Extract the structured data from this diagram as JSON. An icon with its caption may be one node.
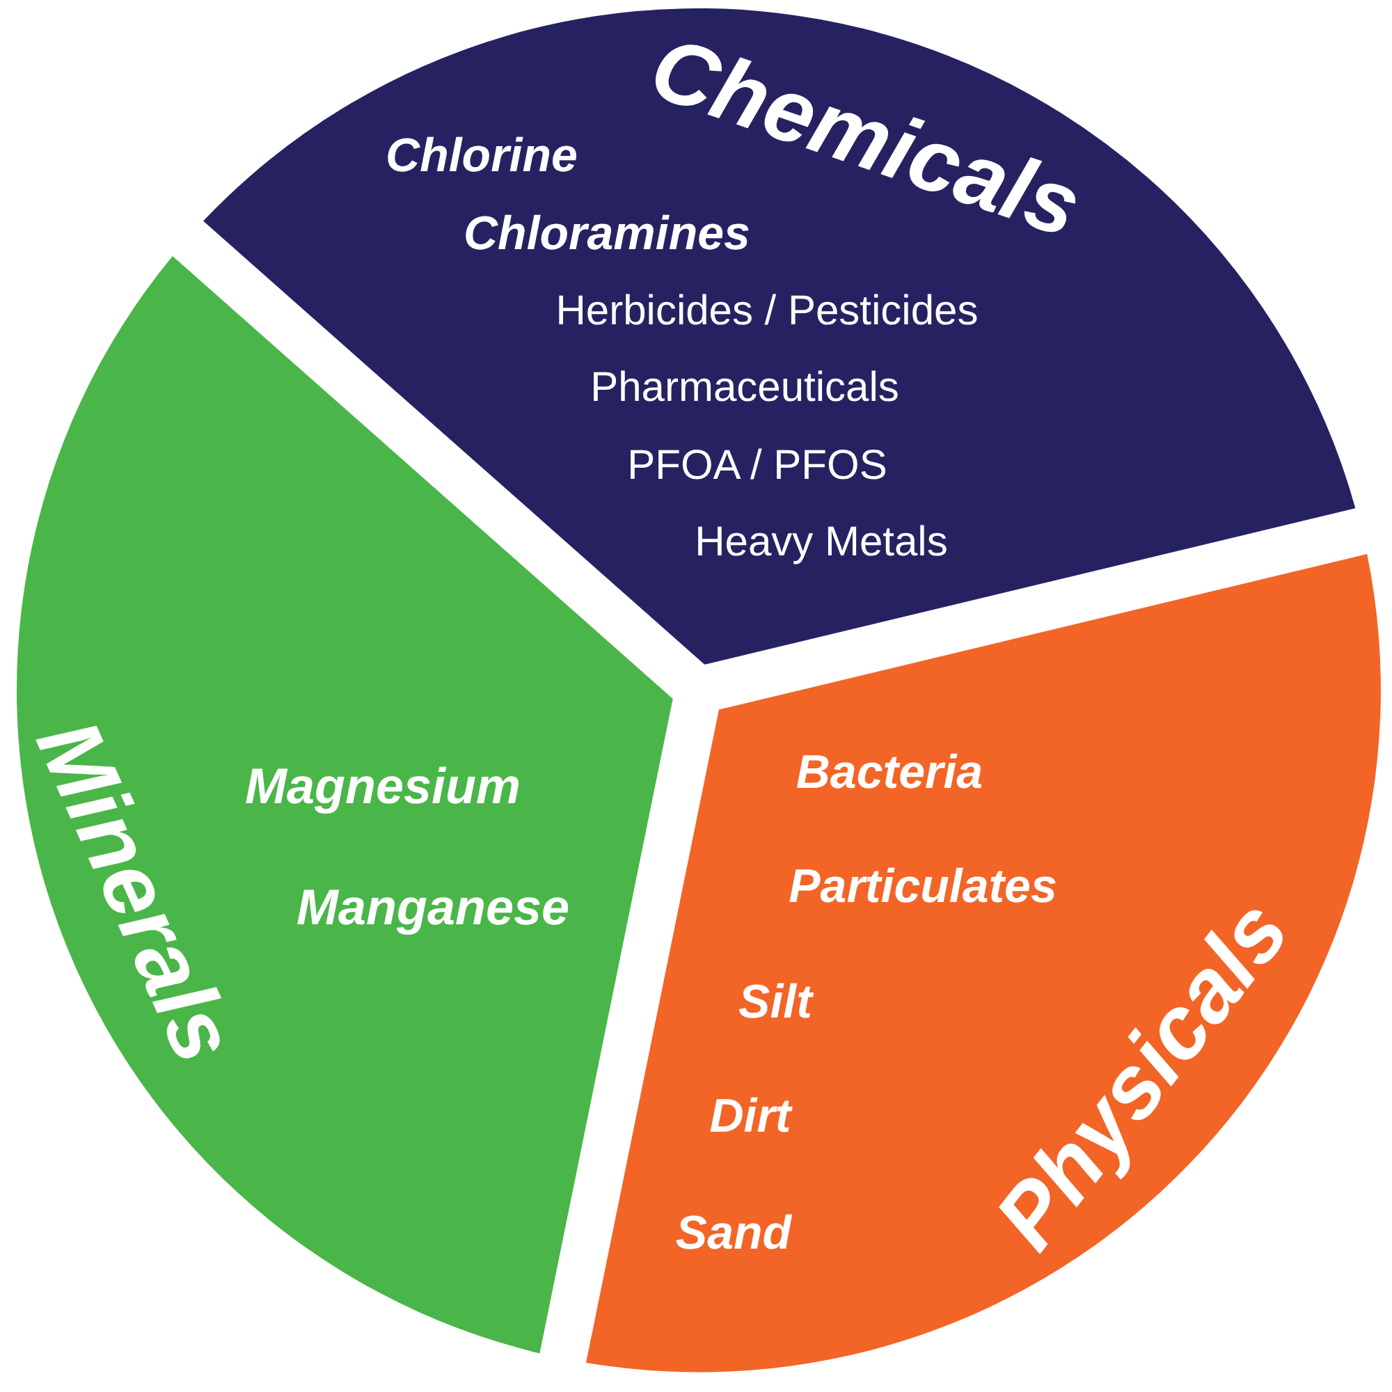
{
  "diagram": {
    "nodes": [
      {
        "text": [
          "Chemicals",
          "Chlorine",
          "Chloramines",
          "Herbicides / Pesticides",
          "Pharmaceuticals",
          "PFOA / PFOS",
          "Heavy Metals"
        ]
      },
      {
        "text": [
          "Minerals",
          "Magnesium",
          "Manganese"
        ]
      },
      {
        "text": [
          "Physicals",
          "Bacteria",
          "Particulates",
          "Silt",
          "Dirt",
          "Sand"
        ]
      }
    ]
  }
}
